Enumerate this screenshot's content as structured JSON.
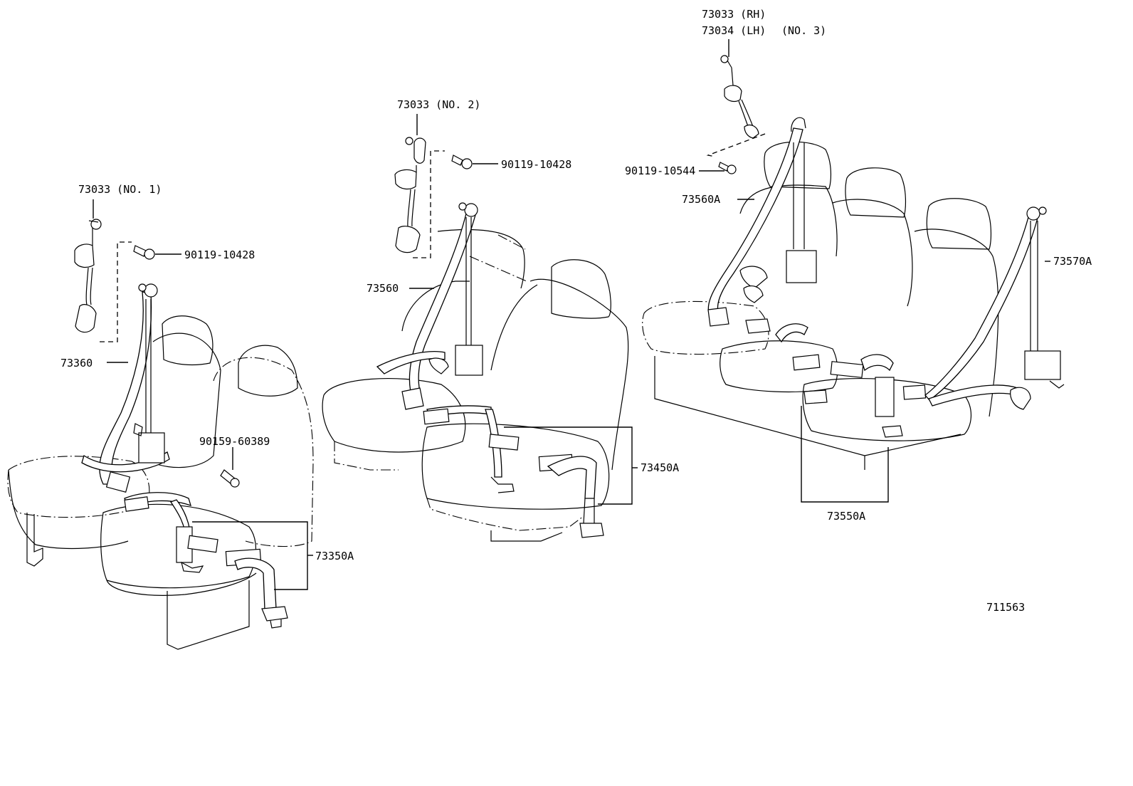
{
  "labels": {
    "l73033_rh": "73033 (RH)",
    "l73034_lh": "73034 (LH)",
    "l_no3": "(NO. 3)",
    "l73033_no2": "73033 (NO. 2)",
    "l90119_10428_a": "90119-10428",
    "l90119_10544": "90119-10544",
    "l73560a": "73560A",
    "l73033_no1": "73033 (NO. 1)",
    "l90119_10428_b": "90119-10428",
    "l73560": "73560",
    "l73570a": "73570A",
    "l73360": "73360",
    "l90159_60389": "90159-60389",
    "l73450a": "73450A",
    "l73550a": "73550A",
    "l73350a": "73350A",
    "l711563": "711563"
  }
}
